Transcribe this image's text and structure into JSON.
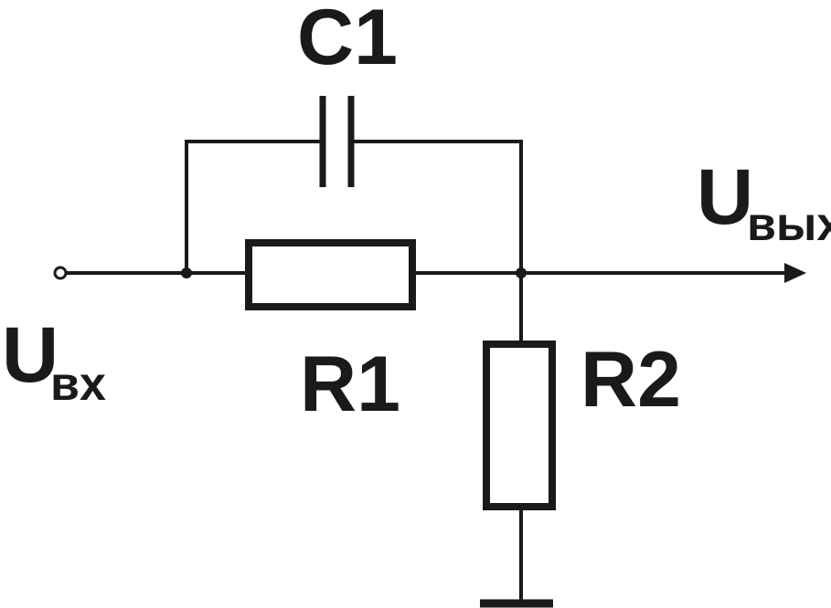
{
  "diagram": {
    "components": {
      "c1": {
        "label": "C1"
      },
      "r1": {
        "label": "R1"
      },
      "r2": {
        "label": "R2"
      }
    },
    "terminals": {
      "input": {
        "symbol": "U",
        "subscript": "вх"
      },
      "output": {
        "symbol": "U",
        "subscript": "вых"
      }
    },
    "colors": {
      "stroke": "#1a1a1a",
      "background": "#ffffff"
    }
  }
}
